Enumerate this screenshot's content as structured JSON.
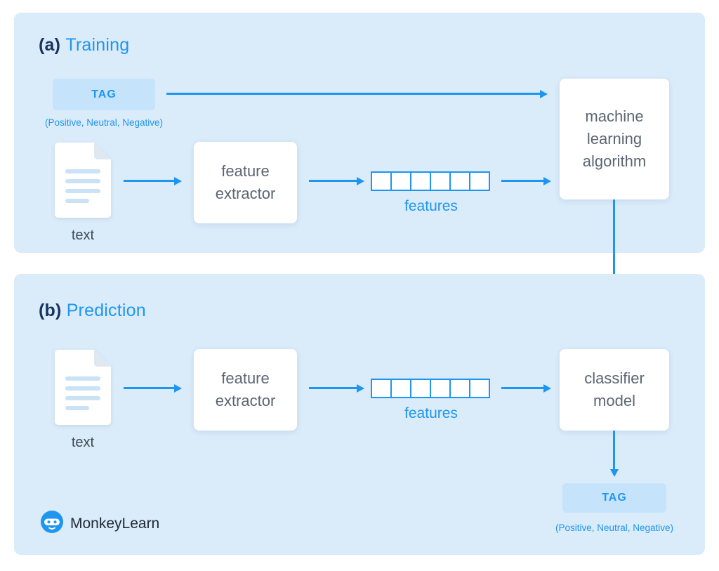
{
  "colors": {
    "page_bg": "#ffffff",
    "panel_bg": "#daebf9",
    "accent": "#1e96f0",
    "tag_bg": "#c5e3fa",
    "heading_prefix": "#17355e",
    "box_text": "#5b6572",
    "label_text": "#3f4a57",
    "brand_text": "#222b36"
  },
  "training": {
    "title_prefix": "(a)",
    "title": "Training",
    "tag_label": "TAG",
    "tag_sublabel": "(Positive, Neutral, Negative)",
    "text_label": "text",
    "feature_extractor_label": "feature extractor",
    "features_label": "features",
    "algorithm_label": "machine learning algorithm"
  },
  "prediction": {
    "title_prefix": "(b)",
    "title": "Prediction",
    "text_label": "text",
    "feature_extractor_label": "feature extractor",
    "features_label": "features",
    "classifier_label": "classifier model",
    "tag_label": "TAG",
    "tag_sublabel": "(Positive, Neutral, Negative)"
  },
  "brand": {
    "name": "MonkeyLearn"
  },
  "features_cell_count": 6
}
